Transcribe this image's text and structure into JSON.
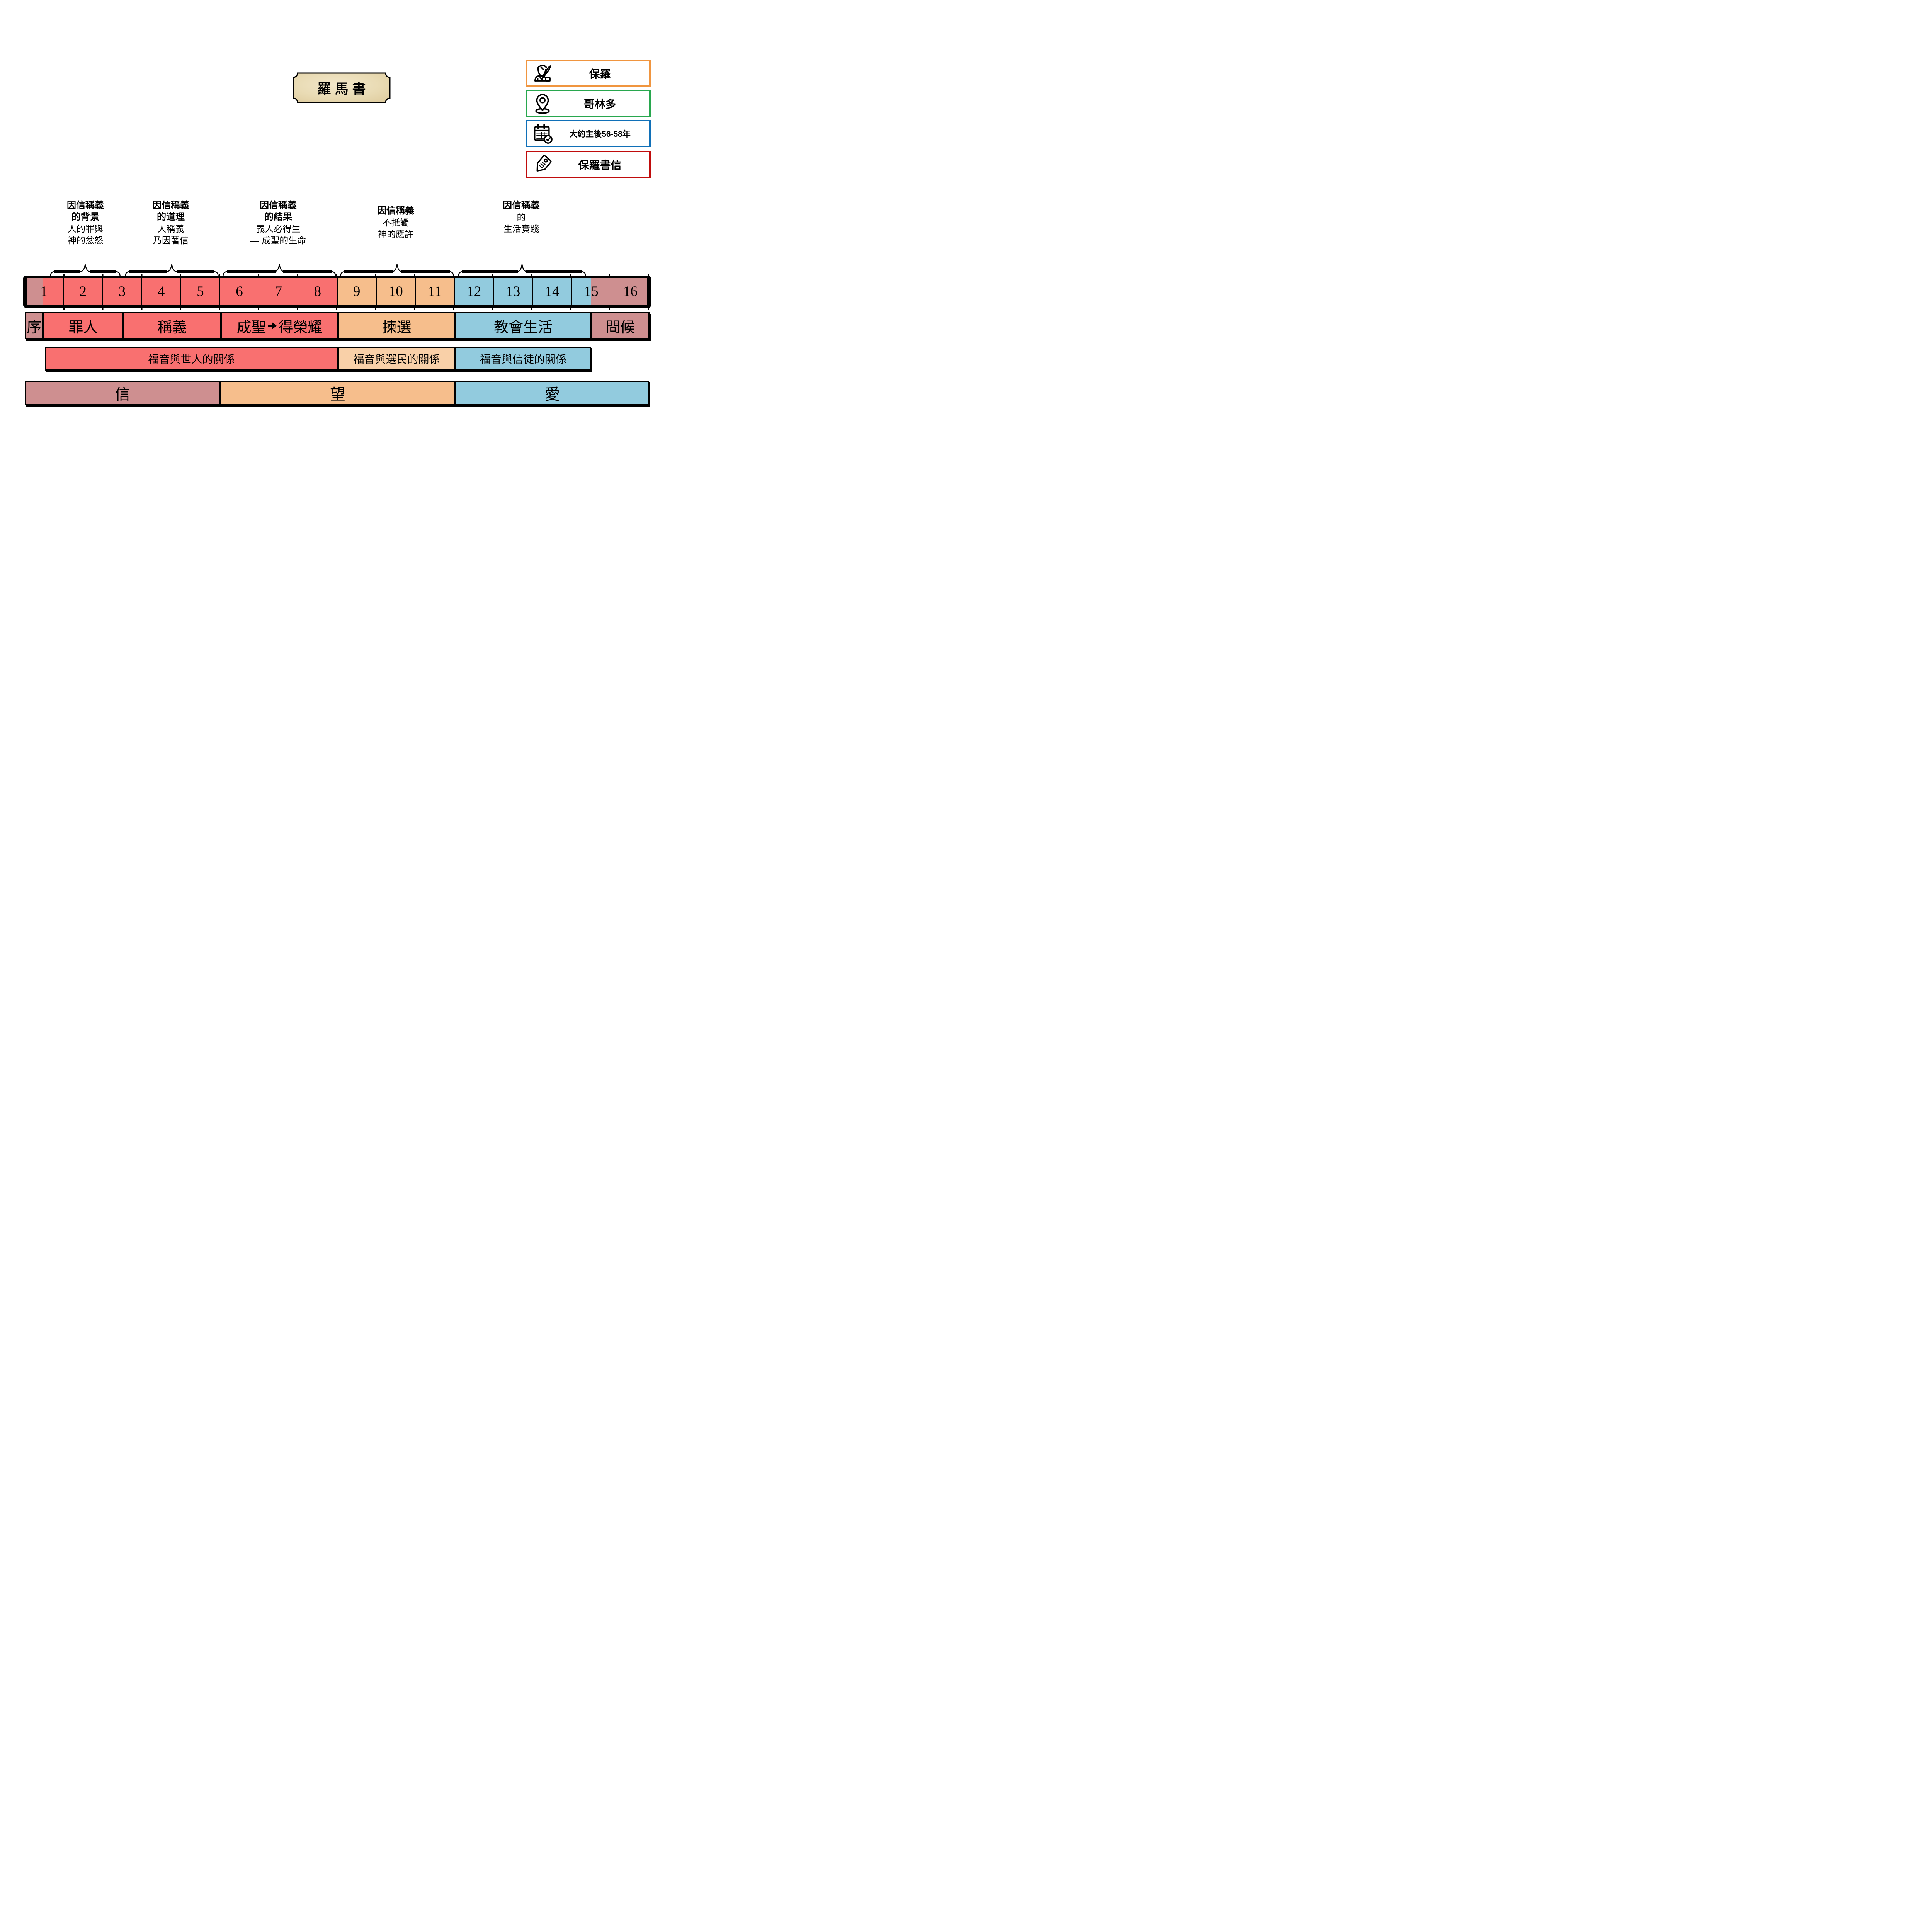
{
  "title": "羅馬書",
  "info_cards": {
    "author": {
      "icon": "author-quill-icon",
      "label": "保羅",
      "border_color": "#F0953F"
    },
    "location": {
      "icon": "location-pin-icon",
      "label": "哥林多",
      "border_color": "#28A74E"
    },
    "date": {
      "icon": "calendar-check-icon",
      "label": "大約主後56-58年",
      "border_color": "#1070B8"
    },
    "category": {
      "icon": "tag-icon",
      "label": "保羅書信",
      "border_color": "#C00C0C"
    }
  },
  "section_labels": [
    {
      "bold": [
        "因信稱義",
        "的背景"
      ],
      "normal": [
        "人的罪與",
        "神的忿怒"
      ]
    },
    {
      "bold": [
        "因信稱義",
        "的道理"
      ],
      "normal": [
        "人稱義",
        "乃因著信"
      ]
    },
    {
      "bold": [
        "因信稱義",
        "的結果"
      ],
      "normal": [
        "義人必得生",
        "— 成聖的生命"
      ]
    },
    {
      "bold": [
        "因信稱義"
      ],
      "normal": [
        "不抵觸",
        "神的應許"
      ]
    },
    {
      "bold": [
        "因信稱義"
      ],
      "normal": [
        "的",
        "生活實踐"
      ]
    }
  ],
  "chapters": [
    "1",
    "2",
    "3",
    "4",
    "5",
    "6",
    "7",
    "8",
    "9",
    "10",
    "11",
    "12",
    "13",
    "14",
    "15",
    "16"
  ],
  "sections_row": [
    {
      "label": "序"
    },
    {
      "label": "罪人"
    },
    {
      "label": "稱義"
    },
    {
      "pre": "成聖",
      "post": "得榮耀"
    },
    {
      "label": "揀選"
    },
    {
      "label": "教會生活"
    },
    {
      "label": "問候"
    }
  ],
  "relations_row": [
    {
      "label": "福音與世人的關係"
    },
    {
      "label": "福音與選民的關係"
    },
    {
      "label": "福音與信徒的關係"
    }
  ],
  "themes_row": [
    {
      "label": "信"
    },
    {
      "label": "望"
    },
    {
      "label": "愛"
    }
  ],
  "colors": {
    "red": "#F97070",
    "mauve": "#CE8F90",
    "orange": "#F6BE8C",
    "light_orange": "#F9D0A8",
    "blue": "#92CBDE",
    "parchment": "#EADDB9",
    "author_border": "#F0953F",
    "location_border": "#28A74E",
    "date_border": "#1070B8",
    "category_border": "#C00C0C"
  }
}
